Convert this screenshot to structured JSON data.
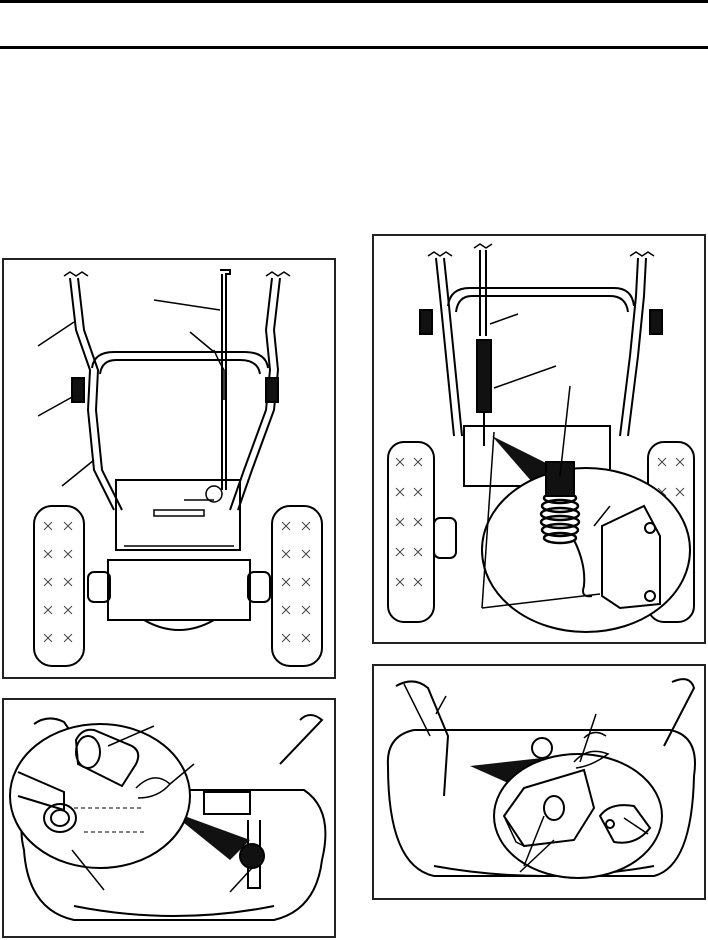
{
  "page": {
    "header_rules": 2,
    "figures": [
      {
        "id": "fig-a",
        "subject": "handle-assembly-rear-view",
        "callouts": 4
      },
      {
        "id": "fig-b",
        "subject": "spring-connection-detail",
        "callouts": 4
      },
      {
        "id": "fig-c",
        "subject": "auger-housing-pin-and-clip",
        "callouts": 4
      },
      {
        "id": "fig-d",
        "subject": "chute-bracket-and-clip",
        "callouts": 4
      }
    ]
  }
}
